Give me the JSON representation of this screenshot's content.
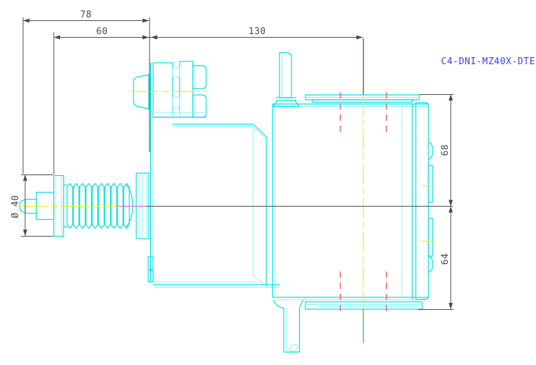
{
  "drawing": {
    "part_label": "C4-DNI-MZ40X-DTE",
    "dimensions": {
      "overall_top": "78",
      "inner_top": "60",
      "body_top": "130",
      "thread_diameter": "Ø 40",
      "upper_height": "68",
      "lower_height": "64"
    },
    "colors": {
      "background": "#ffffff",
      "geometry": "#00dede",
      "geometry_light": "#8af0f0",
      "dimension": "#4a4a4a",
      "centerline_yellow": "#f0f014",
      "centerline_green": "#2eb02e",
      "centerline_darkgreen": "#1e5a1e",
      "centerline_magenta": "#e868c8",
      "hidden_red": "#f26d6d",
      "label_blue": "#3d3de0"
    }
  }
}
